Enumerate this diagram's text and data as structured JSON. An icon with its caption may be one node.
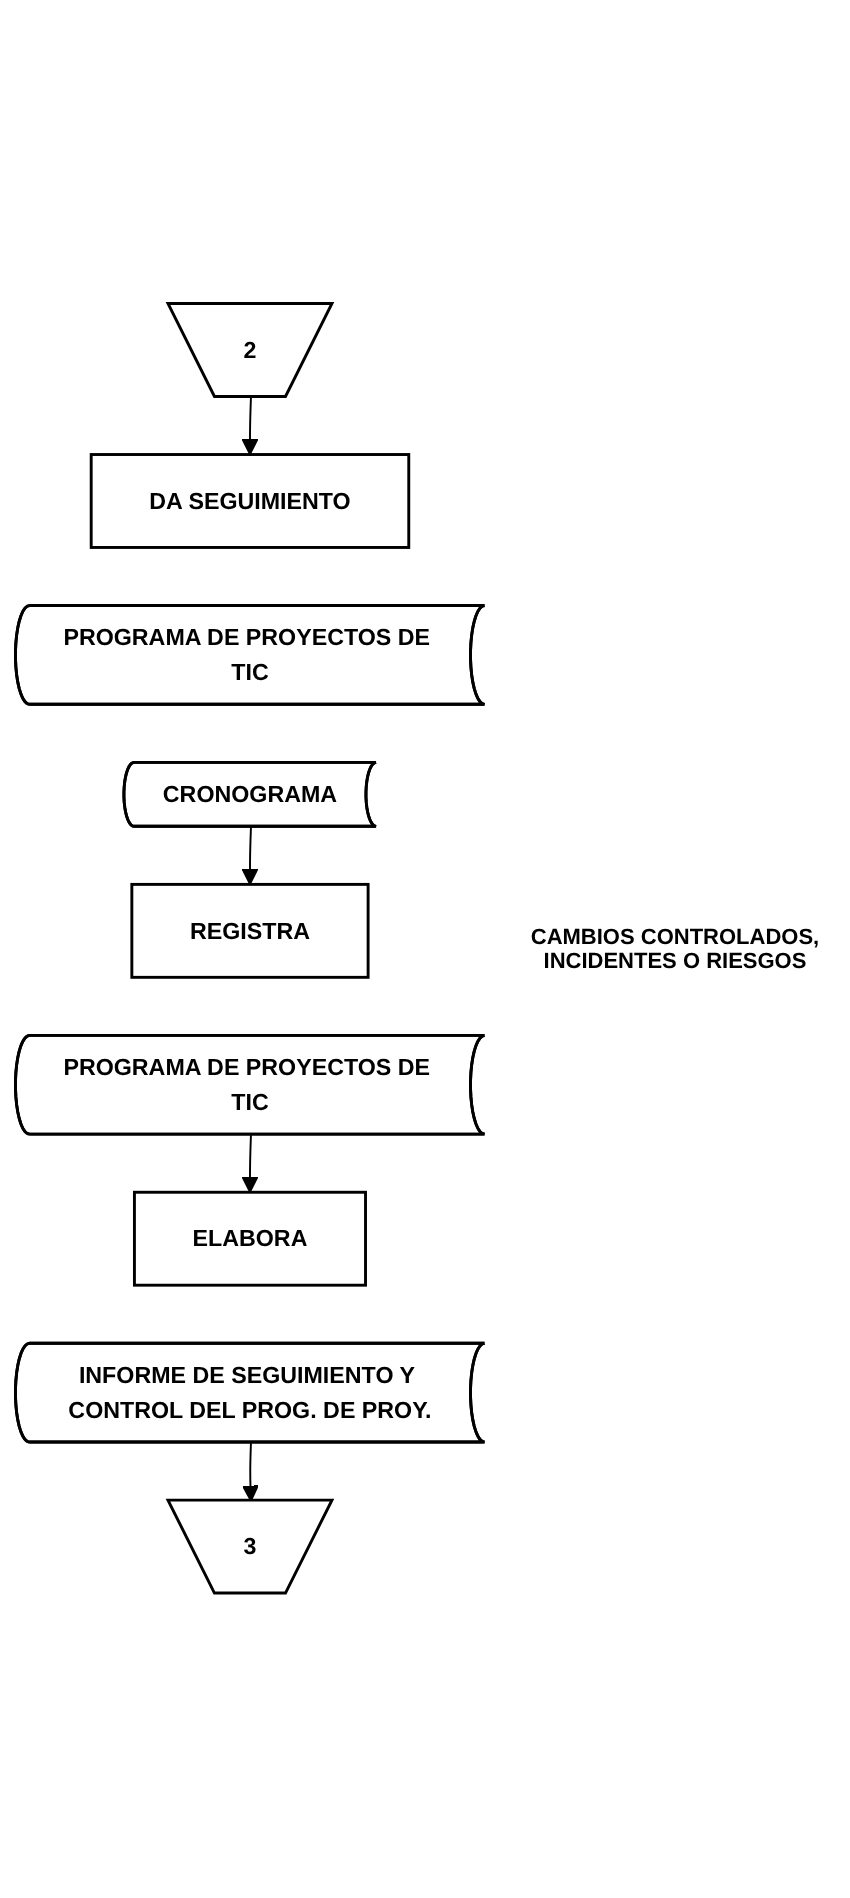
{
  "diagram": {
    "nodes": [
      {
        "text": [
          "2"
        ]
      },
      {
        "text": [
          "DA SEGUIMIENTO"
        ]
      },
      {
        "text": [
          "PROGRAMA DE PROYECTOS DE TIC"
        ]
      },
      {
        "text": [
          "CRONOGRAMA"
        ]
      },
      {
        "text": [
          "REGISTRA"
        ]
      },
      {
        "text": [
          "PROGRAMA DE PROYECTOS DE TIC"
        ]
      },
      {
        "text": [
          "ELABORA"
        ]
      },
      {
        "text": [
          "INFORME DE SEGUIMIENTO Y CONTROL DEL PROG. DE PROY."
        ]
      },
      {
        "text": [
          "3"
        ]
      }
    ],
    "edges": [
      {
        "from": 0,
        "to": 1,
        "arrow": "to"
      },
      {
        "from": 3,
        "to": 4,
        "arrow": "to"
      },
      {
        "from": 5,
        "to": 6,
        "arrow": "to"
      },
      {
        "from": 7,
        "to": 8,
        "arrow": "to"
      }
    ],
    "labels": [
      "CAMBIOS CONTROLADOS, INCIDENTES O RIESGOS"
    ]
  }
}
